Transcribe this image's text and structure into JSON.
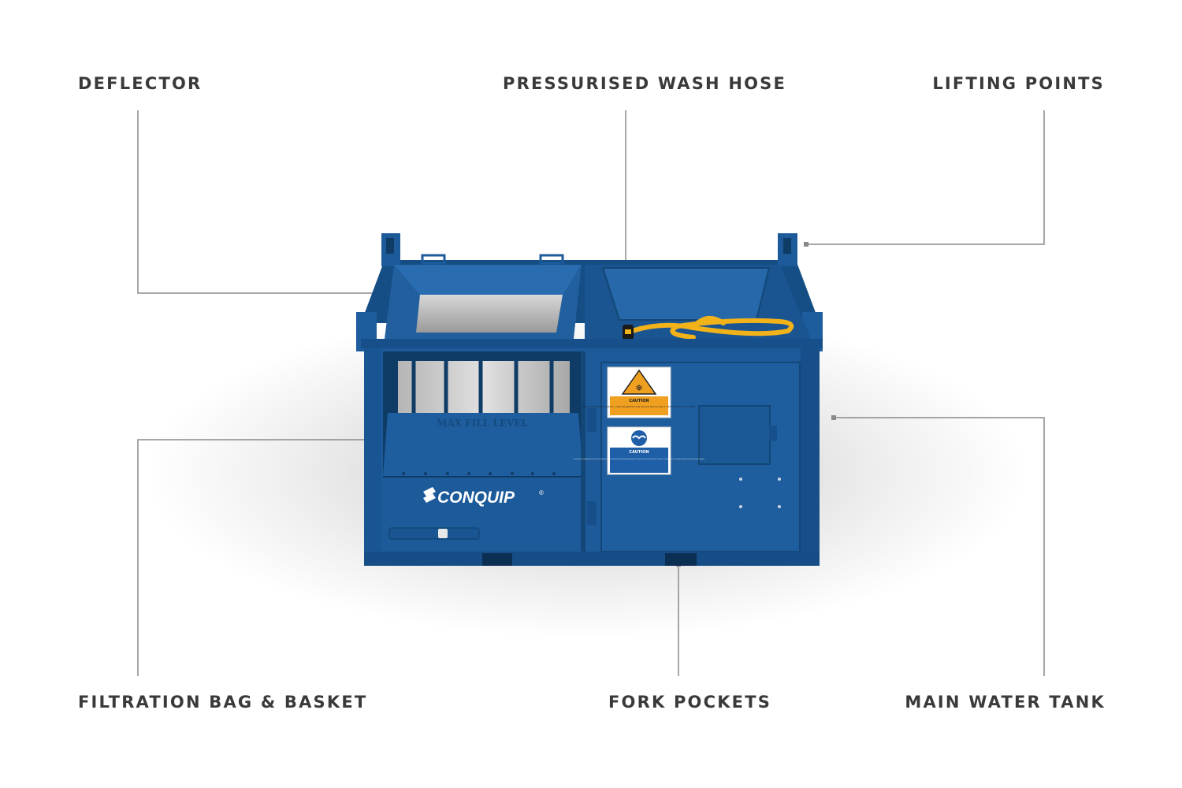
{
  "callouts": {
    "deflector": "DEFLECTOR",
    "pressurised_wash_hose": "PRESSURISED WASH HOSE",
    "lifting_points": "LIFTING POINTS",
    "filtration_bag_basket": "FILTRATION BAG & BASKET",
    "fork_pockets": "FORK POCKETS",
    "main_water_tank": "MAIN WATER TANK"
  },
  "unit": {
    "brand": "CONQUIP",
    "registered_mark": "®",
    "basket_marking": "MAX FILL LEVEL",
    "warning_sign_title": "CAUTION",
    "warning_sign_text": "During severe freezing conditions: 1. Open the washdown hose valve and drain the hose. 2. Lift the suction out of the water.",
    "ppe_sign_title": "CAUTION",
    "ppe_sign_text": "The water from the washdown hose may contain fine debris that has not been filtered by normal-stage filtration system. Do not direct the hose at another person or animal. It is intended for use on site equipment only. Do not spray on electrical equipment."
  },
  "colors": {
    "body_blue": "#1c5a9a",
    "dark_blue": "#134777",
    "light_blue": "#2a6cb0",
    "leader_line": "#8a8a8a",
    "label_text": "#3a3a3a",
    "hose_yellow": "#f2b31a",
    "warning_orange": "#f0a020",
    "ppe_blue": "#1f5fa8"
  },
  "icons": [
    "freezing-warning-icon",
    "eye-protection-icon",
    "conquip-logo-icon"
  ]
}
